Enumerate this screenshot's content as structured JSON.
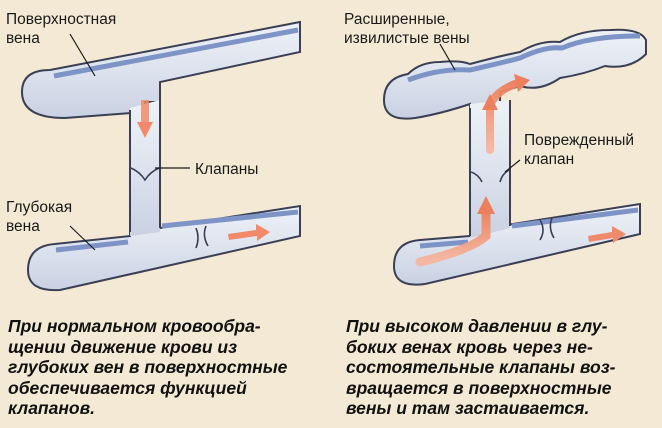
{
  "left_panel": {
    "label_superficial": [
      "Поверхностная",
      "вена"
    ],
    "label_valves": "Клапаны",
    "label_deep": [
      "Глубокая",
      "вена"
    ],
    "caption": [
      "При нормальном кровообра-",
      "щении движение крови из",
      "глубоких вен в поверхностные",
      "обеспечивается функцией",
      "клапанов."
    ]
  },
  "right_panel": {
    "label_dilated": [
      "Расширенные,",
      "извилистые вены"
    ],
    "label_damaged_valve": [
      "Поврежденный",
      "клапан"
    ],
    "caption": [
      "При высоком давлении в глу-",
      "боких венах кровь через не-",
      "состоятельные клапаны воз-",
      "вращается в поверхностные",
      "вены и там застаивается."
    ]
  },
  "colors": {
    "background": "#f4e9d4",
    "vein_fill": "#dfe4ef",
    "vein_outline": "#3a3f55",
    "vein_wall_blue": "#7e93c6",
    "arrow_pink": "#f08a6a",
    "valve_gray": "#b8bdcc"
  }
}
